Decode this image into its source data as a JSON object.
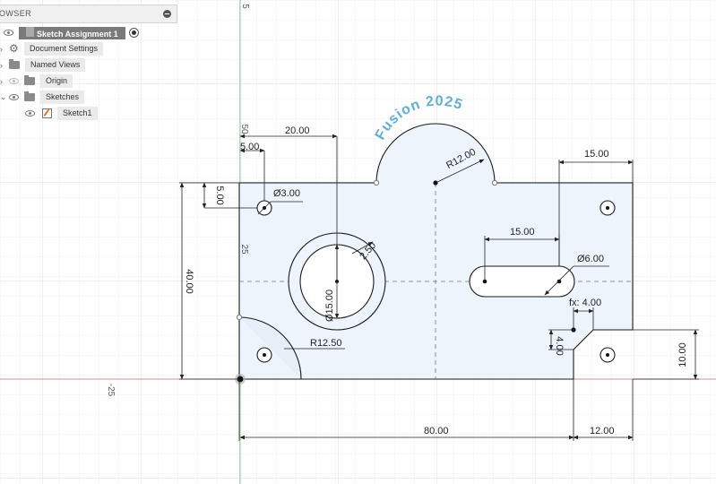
{
  "browser": {
    "title": "OWSER",
    "items": [
      {
        "label": "Sketch Assignment 1",
        "icon": "document-icon"
      },
      {
        "label": "Document Settings",
        "icon": "gear-icon"
      },
      {
        "label": "Named Views",
        "icon": "folder-icon"
      },
      {
        "label": "Origin",
        "icon": "folder-icon"
      },
      {
        "label": "Sketches",
        "icon": "folder-icon"
      },
      {
        "label": "Sketch1",
        "icon": "sketch-icon"
      }
    ]
  },
  "watermark": "Fusion 2025",
  "axis_labels": {
    "top_5": "5",
    "v_50": "50",
    "v_25": "25",
    "h_neg25": "-25"
  },
  "dimensions": {
    "d_5_top": "5.00",
    "d_20": "20.00",
    "d_5_side": "5.00",
    "d_dia3": "Ø3.00",
    "d_40": "40.00",
    "d_r12_arc": "R12.00",
    "d_15_top": "15.00",
    "d_15_slot": "15.00",
    "d_dia6": "Ø6.00",
    "d_2_50": "2.50",
    "d_dia15": "Ø15.00",
    "d_fx4": "fx: 4.00",
    "d_4_small": "4.00",
    "d_10": "10.00",
    "d_r12_5": "R12.50",
    "d_80": "80.00",
    "d_12": "12.00"
  },
  "colors": {
    "profile_fill": "#eef4fb",
    "sketch_line": "#1a1a1a",
    "construction_line": "#777777",
    "grid_minor": "#eeeeee",
    "grid_major": "#dedede",
    "axis_x": "#e58a8a",
    "axis_y": "#8fd18f",
    "watermark": "#5fb0d6"
  }
}
